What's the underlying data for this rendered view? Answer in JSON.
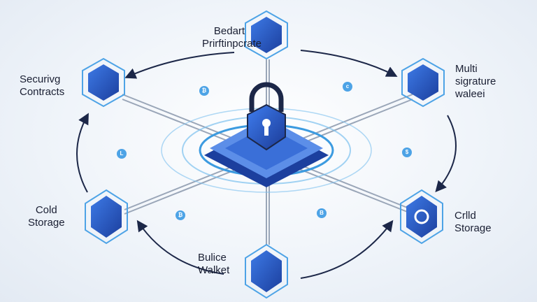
{
  "nodes": {
    "top": {
      "label_line1": "Bedart",
      "label_line2": "Prirftinpcrate"
    },
    "top_left": {
      "label_line1": "Securivg",
      "label_line2": "Contracts"
    },
    "top_right": {
      "label_line1": "Multi",
      "label_line2": "sigrature",
      "label_line3": "waleei"
    },
    "bottom_left": {
      "label_line1": "Cold",
      "label_line2": "Storage"
    },
    "bottom_right": {
      "label_line1": "Crlld",
      "label_line2": "Storage"
    },
    "bottom": {
      "label_line1": "Bulice",
      "label_line2": "Walket"
    }
  },
  "badges": [
    "₿",
    "c",
    "L",
    "$",
    "₿",
    "B"
  ],
  "center_icon": "padlock-icon",
  "colors": {
    "accent": "#2f5fd0",
    "light_blue": "#4da3e6",
    "dark_navy": "#1c2748",
    "text": "#1a1f33"
  }
}
